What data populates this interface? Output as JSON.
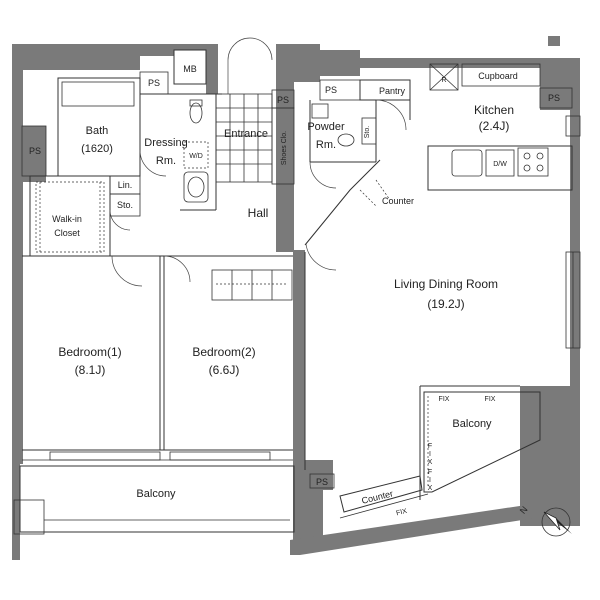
{
  "rooms": {
    "bath": {
      "name": "Bath",
      "size": "(1620)"
    },
    "dressing": {
      "line1": "Dressing",
      "line2": "Rm."
    },
    "entrance": "Entrance",
    "shoes": "Shoes Clo.",
    "powder": {
      "line1": "Powder",
      "line2": "Rm."
    },
    "sto_small": "Sto.",
    "pantry": "Pantry",
    "cupboard": "Cupboard",
    "kitchen": {
      "name": "Kitchen",
      "size": "(2.4J)"
    },
    "dw": "D/W",
    "r": "R",
    "counter_kitchen": "Counter",
    "hall": "Hall",
    "lin": "Lin.",
    "sto": "Sto.",
    "wd": "W/D",
    "walkin": {
      "line1": "Walk-in",
      "line2": "Closet"
    },
    "living": {
      "name": "Living Dining Room",
      "size": "(19.2J)"
    },
    "bedroom1": {
      "name": "Bedroom(1)",
      "size": "(8.1J)"
    },
    "bedroom2": {
      "name": "Bedroom(2)",
      "size": "(6.6J)"
    },
    "balcony_bottom": "Balcony",
    "balcony_right": "Balcony",
    "counter_balcony": "Counter"
  },
  "marks": {
    "mb": "MB",
    "ps": "PS",
    "fix": "FIX",
    "fix_vertical": [
      "F",
      "I",
      "X",
      "F",
      "I",
      "X"
    ]
  },
  "compass": {
    "label": "N"
  }
}
